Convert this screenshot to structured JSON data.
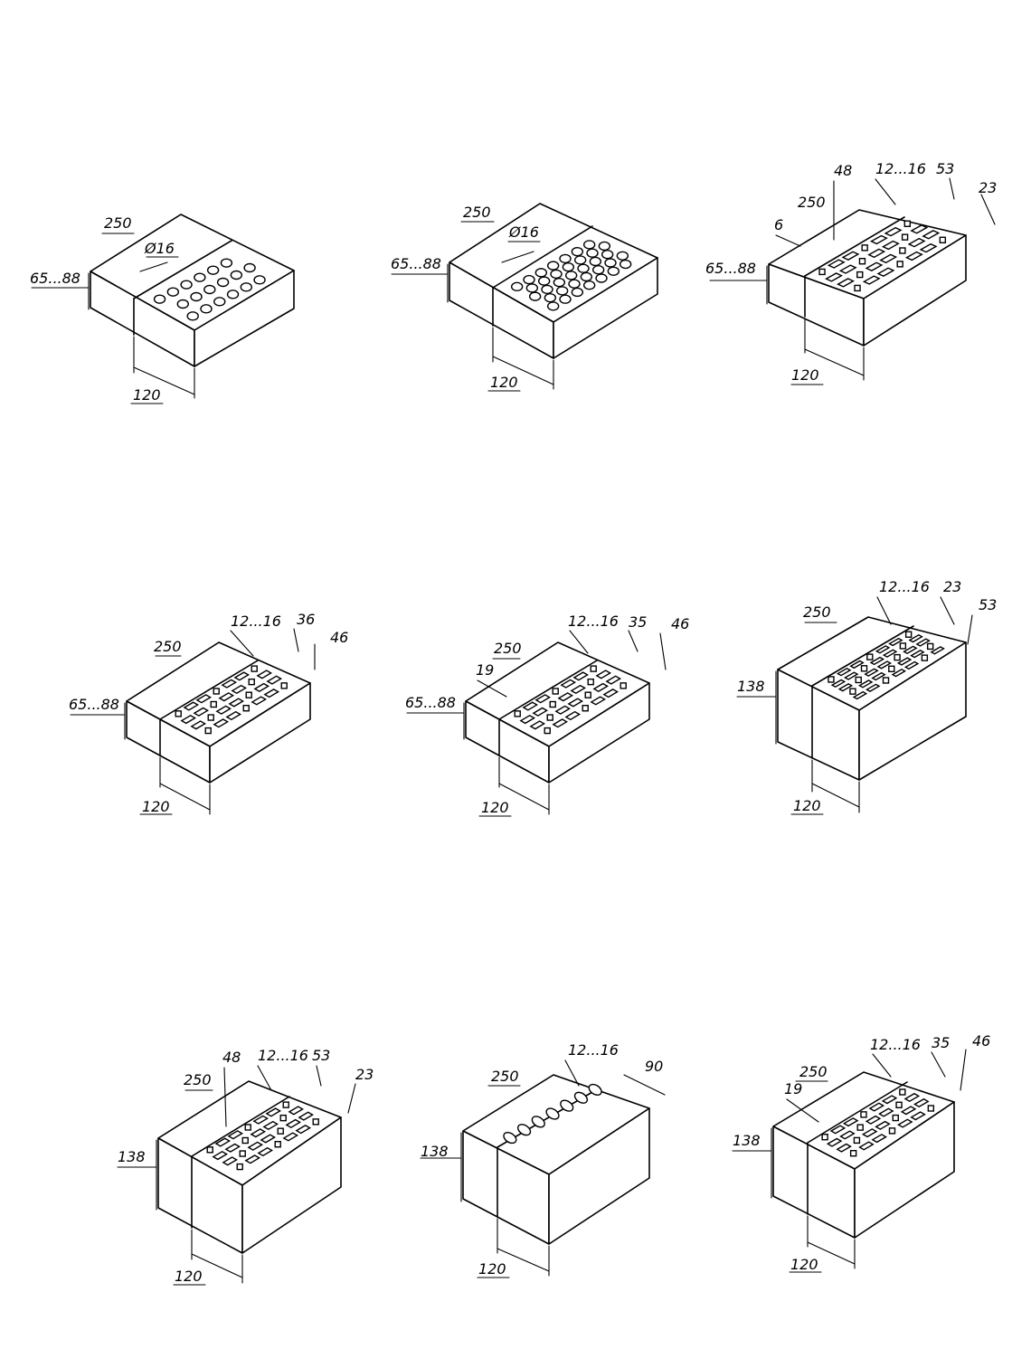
{
  "bricks": [
    {
      "id": "b1",
      "holes": "round",
      "labels": {
        "length": "250",
        "height": "65...88",
        "width": "120",
        "diameter": "Ø16"
      }
    },
    {
      "id": "b2",
      "holes": "round-dense",
      "labels": {
        "length": "250",
        "height": "65...88",
        "width": "120",
        "diameter": "Ø16"
      }
    },
    {
      "id": "b3",
      "holes": "slot",
      "labels": {
        "length": "250",
        "height": "65...88",
        "width": "120",
        "d1": "48",
        "d2": "12...16",
        "d3": "53",
        "d4": "23",
        "d5": "6"
      }
    },
    {
      "id": "b4",
      "holes": "slot",
      "labels": {
        "length": "250",
        "height": "65...88",
        "width": "120",
        "d1": "12...16",
        "d2": "36",
        "d3": "46"
      }
    },
    {
      "id": "b5",
      "holes": "slot",
      "labels": {
        "length": "250",
        "height": "65...88",
        "width": "120",
        "d1": "12...16",
        "d2": "35",
        "d3": "46",
        "d4": "19"
      }
    },
    {
      "id": "b6",
      "holes": "slot",
      "labels": {
        "length": "250",
        "height": "138",
        "width": "120",
        "d1": "12...16",
        "d2": "23",
        "d3": "53"
      }
    },
    {
      "id": "b7",
      "holes": "slot",
      "labels": {
        "length": "250",
        "height": "138",
        "width": "120",
        "d1": "48",
        "d2": "12...16",
        "d3": "53",
        "d4": "23"
      }
    },
    {
      "id": "b8",
      "holes": "oval",
      "labels": {
        "length": "250",
        "height": "138",
        "width": "120",
        "d1": "12...16",
        "d2": "90"
      }
    },
    {
      "id": "b9",
      "holes": "slot",
      "labels": {
        "length": "250",
        "height": "138",
        "width": "120",
        "d1": "12...16",
        "d2": "35",
        "d3": "46",
        "d4": "19"
      }
    }
  ]
}
